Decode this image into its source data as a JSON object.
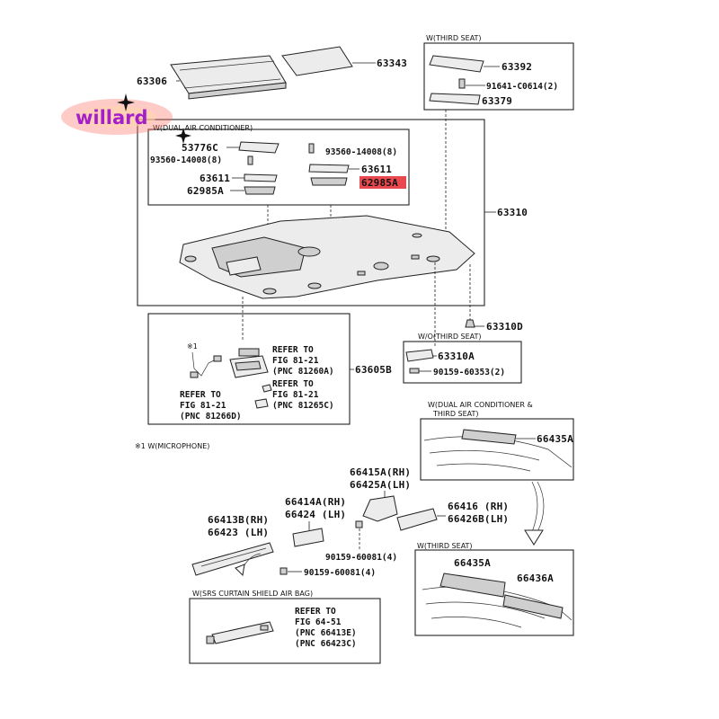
{
  "watermark": {
    "brand": "willard"
  },
  "labels": {
    "p63306": "63306",
    "p63343": "63343",
    "third_seat_top": "W(THIRD SEAT)",
    "p63392": "63392",
    "p91641": "91641-C0614(2)",
    "p63379": "63379",
    "dual_air": "W(DUAL AIR CONDITIONER)",
    "p53776c": "53776C",
    "p93560_left": "93560-14008(8)",
    "p93560_right": "93560-14008(8)",
    "p63611_left": "63611",
    "p63611_right": "63611",
    "p62985a_left": "62985A",
    "p62985a_right": "62985A",
    "p63310": "63310",
    "p63310d": "63310D",
    "note1_mark": "※1",
    "ref1_l1": "REFER TO",
    "ref1_l2": "FIG 81-21",
    "ref1_l3": "(PNC 81260A)",
    "ref2_l1": "REFER TO",
    "ref2_l2": "FIG 81-21",
    "ref2_l3": "(PNC 81265C)",
    "ref3_l1": "REFER TO",
    "ref3_l2": "FIG 81-21",
    "ref3_l3": "(PNC 81266D)",
    "p63605b": "63605B",
    "no_third_seat": "W/O(THIRD SEAT)",
    "p63310a": "63310A",
    "p90159_60353": "90159-60353(2)",
    "footnote": "※1  W(MICROPHONE)",
    "dual_third_l1": "W(DUAL AIR CONDITIONER &",
    "dual_third_l2": "THIRD SEAT)",
    "p66435a_top": "66435A",
    "p66415a": "66415A(RH)",
    "p66425a": "66425A(LH)",
    "p66414a": "66414A(RH)",
    "p66424": "66424 (LH)",
    "p66413b": "66413B(RH)",
    "p66423": "66423 (LH)",
    "p66416": "66416 (RH)",
    "p66426b": "66426B(LH)",
    "p90159_a": "90159-60081(4)",
    "p90159_b": "90159-60081(4)",
    "third_seat_bottom": "W(THIRD SEAT)",
    "p66435a_bottom": "66435A",
    "p66436a": "66436A",
    "srs": "W(SRS CURTAIN SHIELD AIR BAG)",
    "ref4_l1": "REFER TO",
    "ref4_l2": "FIG 64-51",
    "ref4_l3": "(PNC 66413E)",
    "ref4_l4": "(PNC 66423C)"
  },
  "colors": {
    "highlight": "#e8494f",
    "logo": "#a51fc9"
  }
}
